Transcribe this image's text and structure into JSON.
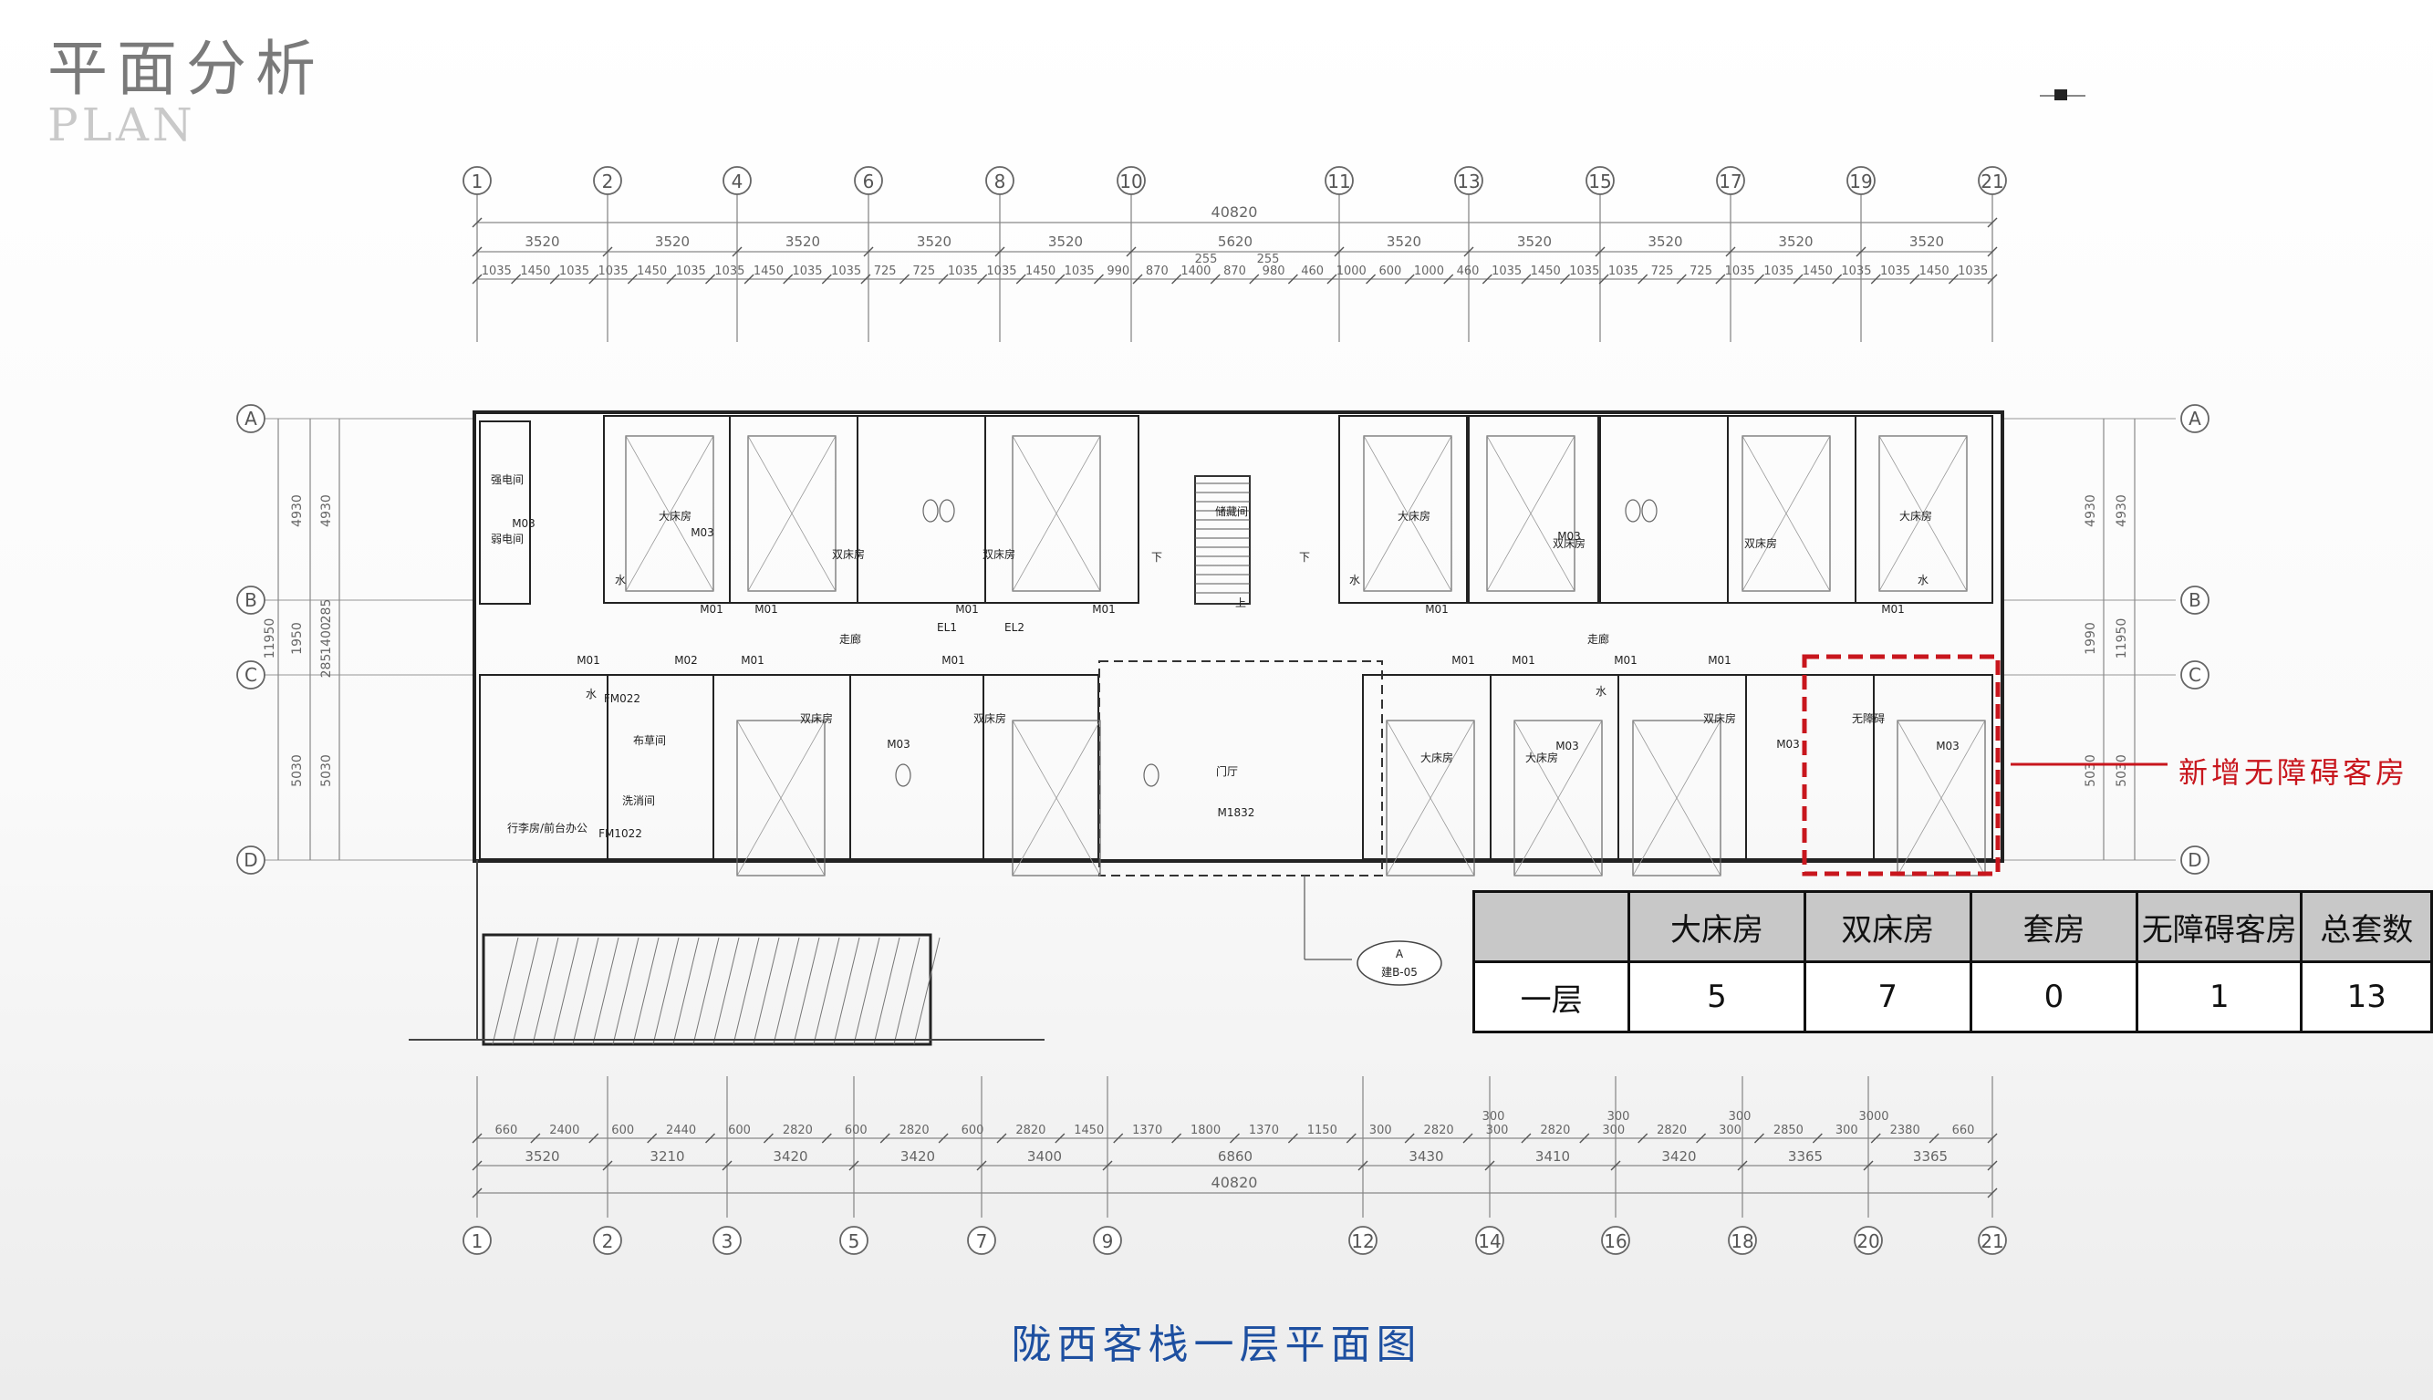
{
  "header": {
    "title_cn": "平面分析",
    "title_en": "PLAN"
  },
  "caption": "陇西客栈一层平面图",
  "callout": {
    "label": "新增无障碍客房",
    "color": "#c8161d"
  },
  "table": {
    "headers": [
      "",
      "大床房",
      "双床房",
      "套房",
      "无障碍客房",
      "总套数"
    ],
    "rows": [
      {
        "cells": [
          "一层",
          "5",
          "7",
          "0",
          "1",
          "13"
        ]
      }
    ]
  },
  "grid": {
    "top_labels": [
      "1",
      "2",
      "4",
      "6",
      "8",
      "10",
      "11",
      "13",
      "15",
      "17",
      "19",
      "21"
    ],
    "bottom_labels": [
      "1",
      "2",
      "3",
      "5",
      "7",
      "9",
      "12",
      "14",
      "16",
      "18",
      "20",
      "21"
    ],
    "row_labels": [
      "A",
      "B",
      "C",
      "D"
    ]
  },
  "dimensions": {
    "top_total": "40820",
    "top_bays": [
      "3520",
      "3520",
      "3520",
      "3520",
      "3520",
      "5620",
      "3520",
      "3520",
      "3520",
      "3520",
      "3520"
    ],
    "top_detail": [
      "1035",
      "1450",
      "1035",
      "1035",
      "1450",
      "1035",
      "1035",
      "1450",
      "1035",
      "1035",
      "725",
      "725",
      "1035",
      "1035",
      "1450",
      "1035",
      "990",
      "870",
      "1400",
      "870",
      "980",
      "460",
      "1000",
      "600",
      "1000",
      "460",
      "1035",
      "1450",
      "1035",
      "1035",
      "725",
      "725",
      "1035",
      "1035",
      "1450",
      "1035",
      "1035",
      "1450",
      "1035"
    ],
    "top_small": [
      "255",
      "255"
    ],
    "bottom_detail": [
      "660",
      "2400",
      "600",
      "2440",
      "600",
      "2820",
      "600",
      "2820",
      "600",
      "2820",
      "1450",
      "1370",
      "1800",
      "1370",
      "1150",
      "300",
      "2820",
      "300",
      "2820",
      "300",
      "2820",
      "300",
      "2850",
      "300",
      "2380",
      "660"
    ],
    "bottom_small": [
      "300",
      "300",
      "300",
      "3000"
    ],
    "bottom_bays": [
      "3520",
      "3210",
      "3420",
      "3420",
      "3400",
      "6860",
      "3430",
      "3410",
      "3420",
      "3365",
      "3365"
    ],
    "bottom_total": "40820",
    "side_left": [
      "4930",
      "4930",
      "1950",
      "11950",
      "1400",
      "285",
      "285",
      "5030",
      "5030"
    ],
    "side_right": [
      "4930",
      "4930",
      "1990",
      "11950",
      "5030",
      "5030"
    ]
  },
  "rooms": [
    {
      "label": "强电间"
    },
    {
      "label": "弱电间"
    },
    {
      "label": "M03"
    },
    {
      "label": "大床房"
    },
    {
      "label": "M03"
    },
    {
      "label": "双床房"
    },
    {
      "label": "双床房"
    },
    {
      "label": "储藏间"
    },
    {
      "label": "下"
    },
    {
      "label": "下"
    },
    {
      "label": "上"
    },
    {
      "label": "大床房"
    },
    {
      "label": "双床房"
    },
    {
      "label": "双床房"
    },
    {
      "label": "大床房"
    },
    {
      "label": "走廊"
    },
    {
      "label": "走廊"
    },
    {
      "label": "水"
    },
    {
      "label": "FM022"
    },
    {
      "label": "布草间"
    },
    {
      "label": "洗消间"
    },
    {
      "label": "行李房/前台办公"
    },
    {
      "label": "FM1022"
    },
    {
      "label": "双床房"
    },
    {
      "label": "双床房"
    },
    {
      "label": "门厅"
    },
    {
      "label": "M1832"
    },
    {
      "label": "大床房"
    },
    {
      "label": "大床房"
    },
    {
      "label": "双床房"
    },
    {
      "label": "无障碍"
    },
    {
      "label": "M01"
    },
    {
      "label": "M01"
    },
    {
      "label": "M01"
    },
    {
      "label": "M01"
    },
    {
      "label": "M01"
    },
    {
      "label": "M01"
    },
    {
      "label": "M02"
    },
    {
      "label": "M01"
    },
    {
      "label": "M01"
    },
    {
      "label": "M01"
    },
    {
      "label": "M01"
    },
    {
      "label": "M01"
    },
    {
      "label": "M01"
    },
    {
      "label": "M01"
    },
    {
      "label": "M03"
    },
    {
      "label": "M03"
    },
    {
      "label": "M03"
    },
    {
      "label": "M03"
    },
    {
      "label": "M03"
    },
    {
      "label": "EL1"
    },
    {
      "label": "EL2"
    },
    {
      "label": "A"
    },
    {
      "label": "建B-05"
    },
    {
      "label": "水"
    },
    {
      "label": "水"
    },
    {
      "label": "水"
    },
    {
      "label": "水"
    }
  ]
}
